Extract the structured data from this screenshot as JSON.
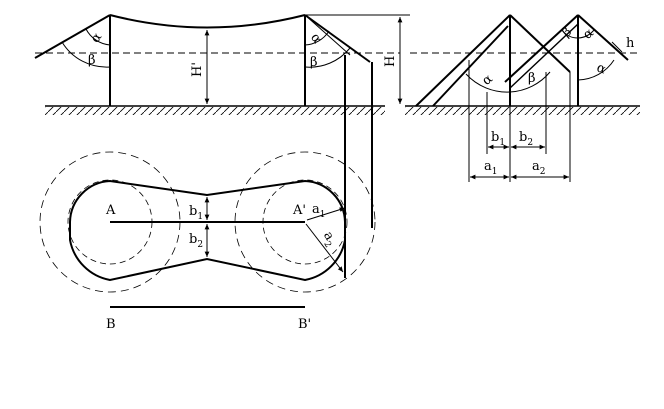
{
  "figure": {
    "labels": {
      "alpha": "α",
      "beta": "β",
      "H_prime": "H'",
      "H": "H",
      "h": "h",
      "A": "A",
      "A_prime": "A'",
      "B": "B",
      "B_prime": "B'",
      "b": "b",
      "a": "a",
      "sub1": "1",
      "sub2": "2"
    }
  }
}
